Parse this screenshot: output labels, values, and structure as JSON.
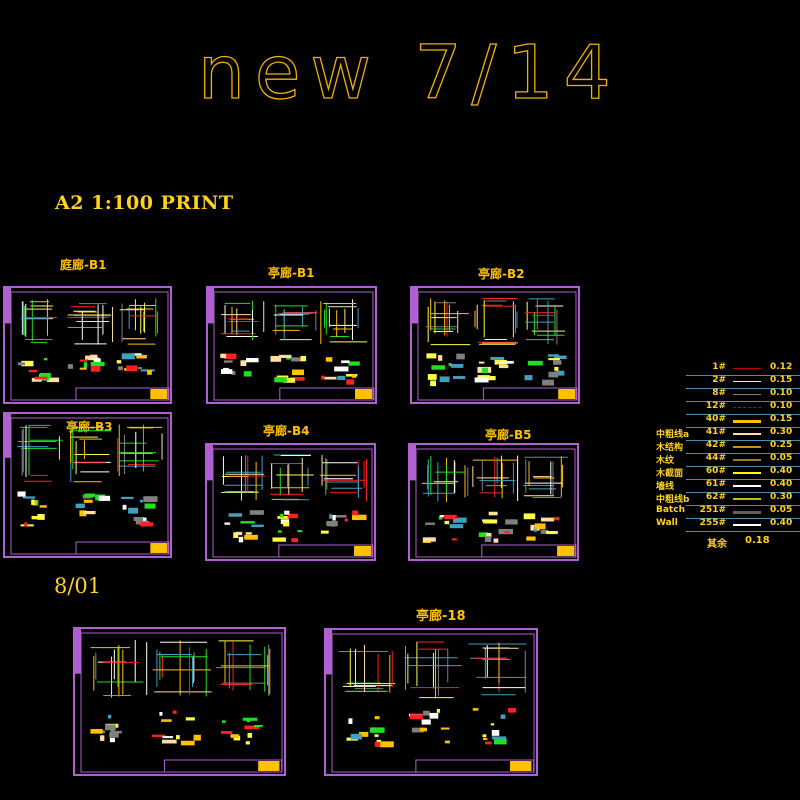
{
  "header": {
    "title": "new 7/14",
    "print_label": "A2 1:100 PRINT",
    "date_label": "8/01"
  },
  "sheets": [
    {
      "label": "庭廊-B1"
    },
    {
      "label": "亭廊-B1"
    },
    {
      "label": "亭廊-B2"
    },
    {
      "label": "亭廊-B3"
    },
    {
      "label": "亭廊-B4"
    },
    {
      "label": "亭廊-B5"
    },
    {
      "label": ""
    },
    {
      "label": "亭廊-18"
    }
  ],
  "legend": {
    "rows": [
      {
        "name": "",
        "id": "1#",
        "value": "0.12",
        "color": "#c00000",
        "style": "solid",
        "weight": 1
      },
      {
        "name": "",
        "id": "2#",
        "value": "0.15",
        "color": "#ffff40",
        "style": "solid",
        "weight": 1
      },
      {
        "name": "",
        "id": "8#",
        "value": "0.10",
        "color": "#808080",
        "style": "solid",
        "weight": 1
      },
      {
        "name": "",
        "id": "12#",
        "value": "0.10",
        "color": "#c00000",
        "style": "dashed",
        "weight": 1
      },
      {
        "name": "",
        "id": "40#",
        "value": "0.15",
        "color": "#ffc000",
        "style": "solid",
        "weight": 3
      },
      {
        "name": "中粗线a",
        "id": "41#",
        "value": "0.30",
        "color": "#ffe0a0",
        "style": "solid",
        "weight": 2
      },
      {
        "name": "木结构",
        "id": "42#",
        "value": "0.25",
        "color": "#c09020",
        "style": "solid",
        "weight": 2
      },
      {
        "name": "木纹",
        "id": "44#",
        "value": "0.05",
        "color": "#a07818",
        "style": "solid",
        "weight": 2
      },
      {
        "name": "木截面",
        "id": "60#",
        "value": "0.40",
        "color": "#ffff00",
        "style": "solid",
        "weight": 2
      },
      {
        "name": "墙线",
        "id": "61#",
        "value": "0.40",
        "color": "#ffffff",
        "style": "solid",
        "weight": 2
      },
      {
        "name": "中粗线b",
        "id": "62#",
        "value": "0.30",
        "color": "#c0c000",
        "style": "solid",
        "weight": 2
      },
      {
        "name": "Batch",
        "id": "251#",
        "value": "0.05",
        "color": "#606060",
        "style": "solid",
        "weight": 3
      },
      {
        "name": "Wall",
        "id": "255#",
        "value": "0.40",
        "color": "#ffffff",
        "style": "solid",
        "weight": 2
      }
    ],
    "rest_label": "其余",
    "rest_value": "0.18"
  },
  "colors": {
    "frame": "#b060d0",
    "title": "#f0b000",
    "text": "#ffd21e"
  }
}
